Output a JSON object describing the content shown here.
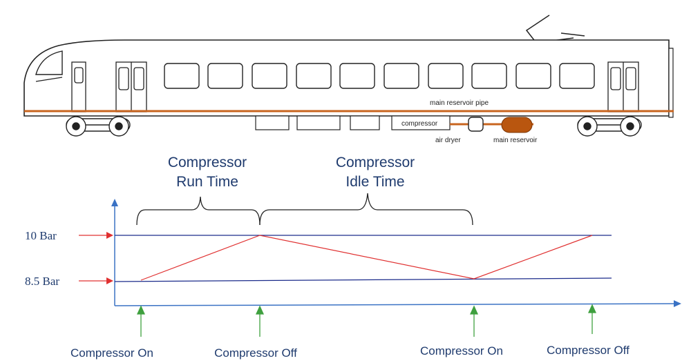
{
  "train": {
    "labels": {
      "pipe": "main reservoir pipe",
      "compressor": "compressor",
      "dryer": "air dryer",
      "reservoir": "main reservoir"
    }
  },
  "periods": {
    "run_line1": "Compressor",
    "run_line2": "Run Time",
    "idle_line1": "Compressor",
    "idle_line2": "Idle Time"
  },
  "levels": {
    "high": "10 Bar",
    "low": "8.5 Bar"
  },
  "events": [
    {
      "label": "Compressor On"
    },
    {
      "label": "Compressor Off"
    },
    {
      "label": "Compressor On"
    },
    {
      "label": "Compressor Off"
    }
  ],
  "colors": {
    "pipe": "#c8641e",
    "reservoir": "#b9560f",
    "axis": "#3a72c4",
    "level_line": "#1a2a8a",
    "pressure_trace": "#e03030",
    "marker_arrow": "#e03030",
    "event_arrow": "#3fa03f",
    "text": "#1f3b6e"
  }
}
